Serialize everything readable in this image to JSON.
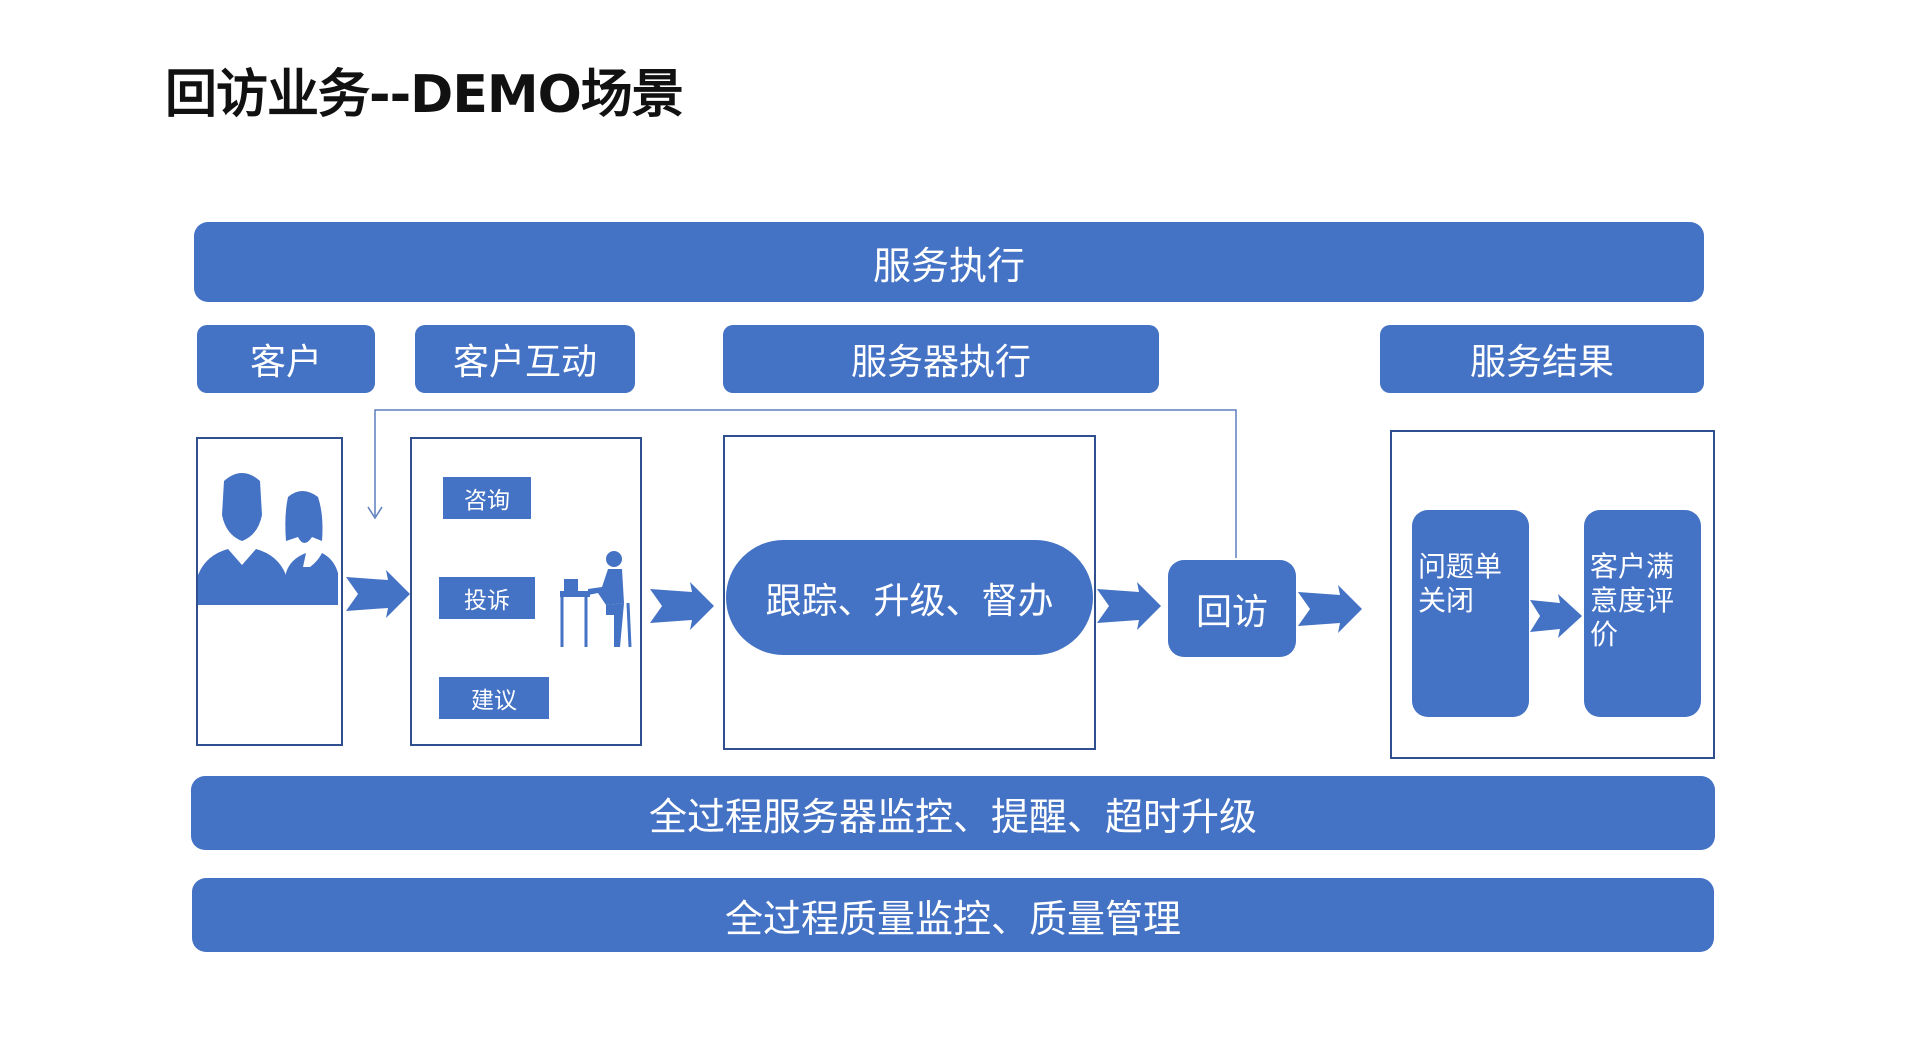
{
  "title": "回访业务--DEMO场景",
  "colors": {
    "accent": "#4472c4",
    "frame": "#2f4f8f",
    "line": "#5b7fbf"
  },
  "top_bar": "服务执行",
  "headers": {
    "customer": "客户",
    "interaction": "客户互动",
    "server_exec": "服务器执行",
    "result": "服务结果"
  },
  "customer_panel": {
    "icon": "people-icon"
  },
  "interaction_panel": {
    "items": [
      "咨询",
      "投诉",
      "建议"
    ],
    "icon": "person-at-desk-icon"
  },
  "server_panel": {
    "pill": "跟踪、升级、督办"
  },
  "revisit_box": "回访",
  "result_panel": {
    "close_card": "问题单关闭",
    "rating_card": "客户满意度评价"
  },
  "bottom_bars": [
    "全过程服务器监控、提醒、超时升级",
    "全过程质量监控、质量管理"
  ]
}
